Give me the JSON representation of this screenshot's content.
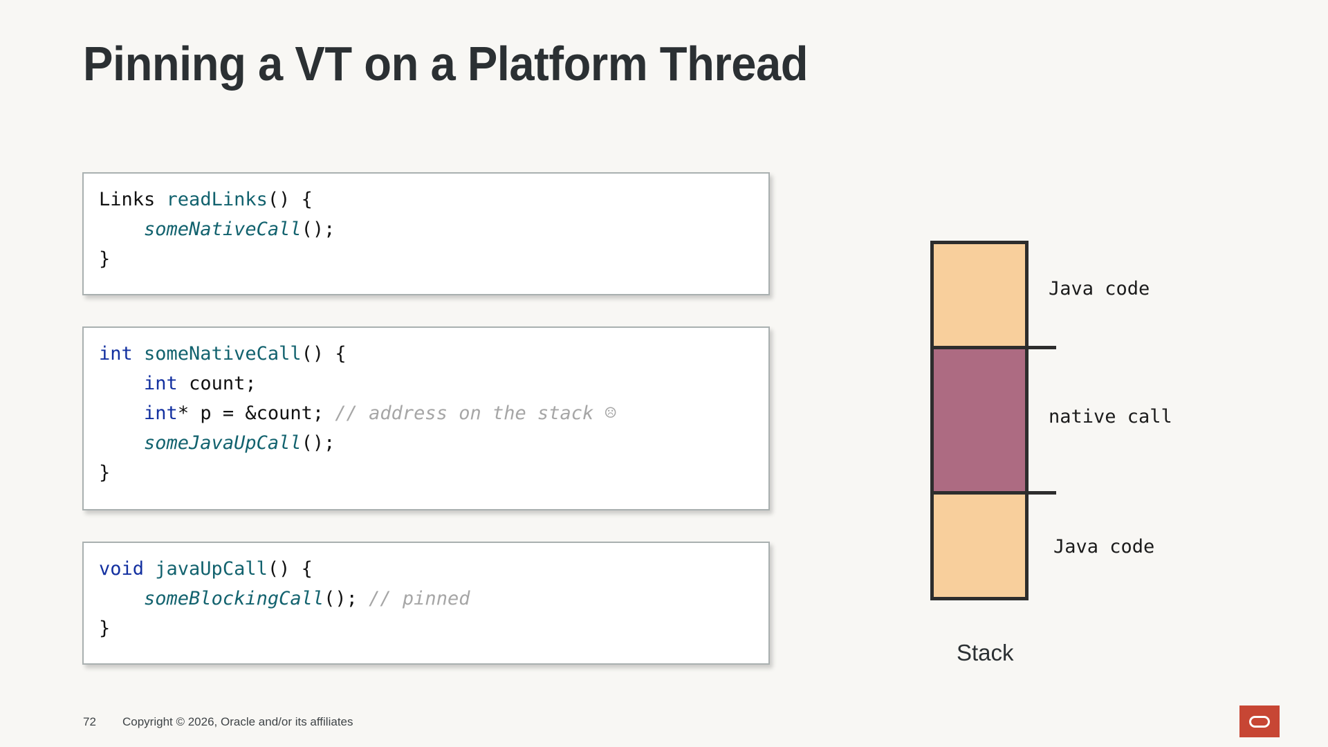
{
  "slide": {
    "title": "Pinning a VT on a Platform Thread",
    "background_color": "#f8f7f4"
  },
  "colors": {
    "type_keyword": "#1330a0",
    "method_name": "#12626e",
    "comment": "#a6a6a6",
    "plain_text": "#111111",
    "stack_java_code": "#f8cf9c",
    "stack_native_call": "#ad6b82",
    "stack_border": "#2d2d2d",
    "oracle_red": "#c74634",
    "title_color": "#2b3033"
  },
  "code_blocks": [
    {
      "id": "code-box-1",
      "lines": [
        [
          {
            "text": "Links ",
            "style": "plain"
          },
          {
            "text": "readLinks",
            "style": "method"
          },
          {
            "text": "() {",
            "style": "plain"
          }
        ],
        [
          {
            "text": "    ",
            "style": "plain"
          },
          {
            "text": "someNativeCall",
            "style": "method-italic"
          },
          {
            "text": "();",
            "style": "plain"
          }
        ],
        [
          {
            "text": "}",
            "style": "plain"
          }
        ]
      ]
    },
    {
      "id": "code-box-2",
      "lines": [
        [
          {
            "text": "int ",
            "style": "type"
          },
          {
            "text": "someNativeCall",
            "style": "method"
          },
          {
            "text": "() {",
            "style": "plain"
          }
        ],
        [
          {
            "text": "    ",
            "style": "plain"
          },
          {
            "text": "int",
            "style": "type"
          },
          {
            "text": " count;",
            "style": "plain"
          }
        ],
        [
          {
            "text": "    ",
            "style": "plain"
          },
          {
            "text": "int",
            "style": "type"
          },
          {
            "text": "* p = &count; ",
            "style": "plain"
          },
          {
            "text": "// address on the stack ",
            "style": "comment"
          },
          {
            "text": "☹",
            "style": "emoji"
          }
        ],
        [
          {
            "text": "    ",
            "style": "plain"
          },
          {
            "text": "someJavaUpCall",
            "style": "method-italic"
          },
          {
            "text": "();",
            "style": "plain"
          }
        ],
        [
          {
            "text": "}",
            "style": "plain"
          }
        ]
      ]
    },
    {
      "id": "code-box-3",
      "lines": [
        [
          {
            "text": "void ",
            "style": "type"
          },
          {
            "text": "javaUpCall",
            "style": "method"
          },
          {
            "text": "() {",
            "style": "plain"
          }
        ],
        [
          {
            "text": "    ",
            "style": "plain"
          },
          {
            "text": "someBlockingCall",
            "style": "method-italic"
          },
          {
            "text": "(); ",
            "style": "plain"
          },
          {
            "text": "// pinned",
            "style": "comment"
          }
        ],
        [
          {
            "text": "}",
            "style": "plain"
          }
        ]
      ]
    }
  ],
  "stack_diagram": {
    "caption": "Stack",
    "segments": [
      {
        "name": "java-top",
        "label": "Java code",
        "color": "#f8cf9c"
      },
      {
        "name": "native-call",
        "label": "native call",
        "color": "#ad6b82"
      },
      {
        "name": "java-bottom",
        "label": "Java code",
        "color": "#f8cf9c"
      }
    ]
  },
  "footer": {
    "page_number": "72",
    "copyright": "Copyright © 2026, Oracle and/or its affiliates",
    "logo_name": "oracle"
  }
}
